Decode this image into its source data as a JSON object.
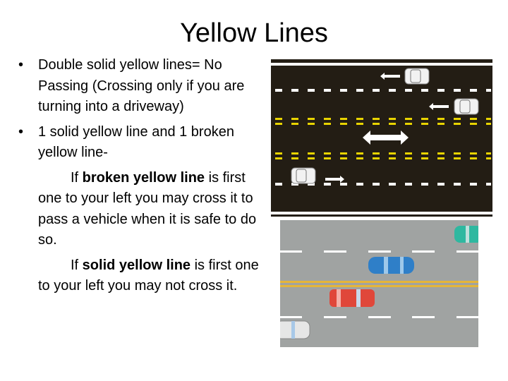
{
  "slide": {
    "title": "Yellow Lines",
    "bullets": [
      {
        "text": "Double solid yellow lines= No Passing (Crossing only if you are turning into a driveway)"
      },
      {
        "text": "1 solid yellow line and 1 broken yellow line-"
      }
    ],
    "paragraphs": [
      {
        "prefix": "If ",
        "bold": "broken yellow line",
        "suffix": " is first one to your left you may cross it to pass a vehicle when it is safe to do so."
      },
      {
        "prefix": "If ",
        "bold": "solid yellow line",
        "suffix": " is first one to your left you may not cross it."
      }
    ],
    "bullet_glyph": "•"
  },
  "images": {
    "top": {
      "description": "Dark road diagram with white dashed lane lines, double broken yellow center lines, white cars and direction arrows",
      "road_color": "#231d14",
      "yellow": "#e8d400"
    },
    "bottom": {
      "description": "Gray road with double solid yellow center line and dashed white lane lines, teal, blue, red and white cars",
      "road_color": "#a0a3a2",
      "yellow": "#e5b53a"
    }
  }
}
